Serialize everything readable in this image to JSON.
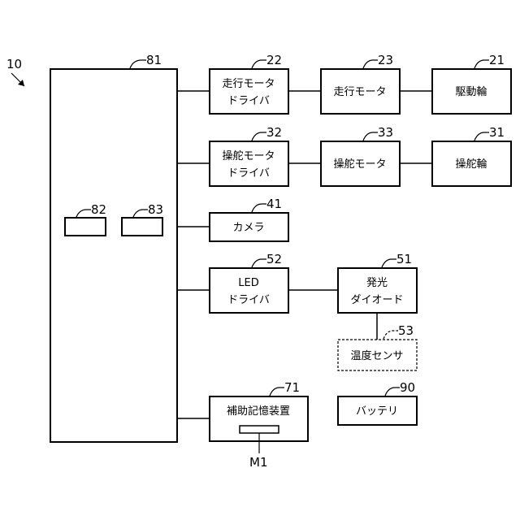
{
  "figure": {
    "system_ref": "10",
    "controller": {
      "ref": "81",
      "units": [
        {
          "ref": "82"
        },
        {
          "ref": "83"
        }
      ]
    },
    "blocks": {
      "travel_motor_driver": {
        "ref": "22",
        "lines": [
          "走行モータ",
          "ドライバ"
        ]
      },
      "travel_motor": {
        "ref": "23",
        "lines": [
          "走行モータ"
        ]
      },
      "drive_wheel": {
        "ref": "21",
        "lines": [
          "駆動輪"
        ]
      },
      "steer_motor_driver": {
        "ref": "32",
        "lines": [
          "操舵モータ",
          "ドライバ"
        ]
      },
      "steer_motor": {
        "ref": "33",
        "lines": [
          "操舵モータ"
        ]
      },
      "steer_wheel": {
        "ref": "31",
        "lines": [
          "操舵輪"
        ]
      },
      "camera": {
        "ref": "41",
        "lines": [
          "カメラ"
        ]
      },
      "led_driver": {
        "ref": "52",
        "lines": [
          "LED",
          "ドライバ"
        ]
      },
      "led": {
        "ref": "51",
        "lines": [
          "発光",
          "ダイオード"
        ]
      },
      "temp_sensor": {
        "ref": "53",
        "lines": [
          "温度センサ"
        ]
      },
      "aux_storage": {
        "ref": "71",
        "lines": [
          "補助記憶装置"
        ],
        "medium_ref": "M1"
      },
      "battery": {
        "ref": "90",
        "lines": [
          "バッテリ"
        ]
      }
    }
  }
}
